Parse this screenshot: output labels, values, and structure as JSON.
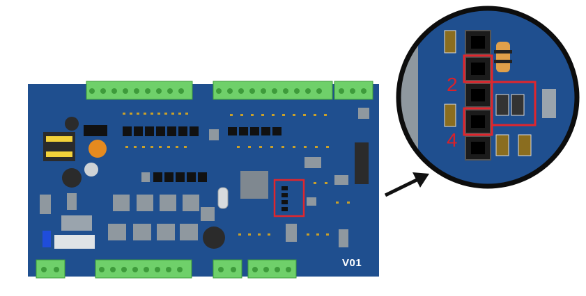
{
  "board": {
    "version_label": "V01",
    "colors": {
      "pcb": "#1f4f8f",
      "terminal": "#6fd06a",
      "highlight": "#e0262d",
      "component": "#222222"
    }
  },
  "zoom": {
    "pin_labels": [
      "2",
      "4"
    ]
  },
  "icons": {
    "callout_arrow": "arrow-right-up-icon"
  }
}
